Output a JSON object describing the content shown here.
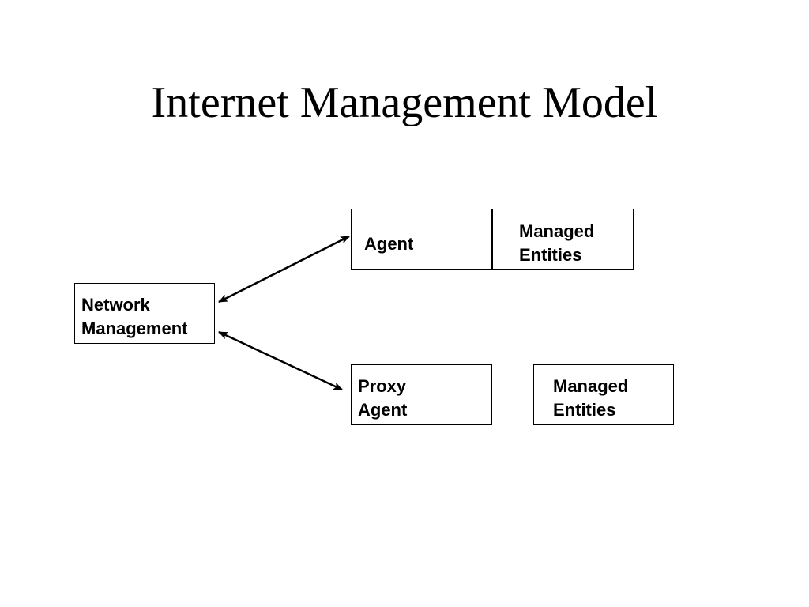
{
  "title": "Internet Management Model",
  "nodes": {
    "network_management": {
      "line1": "Network",
      "line2": "Management"
    },
    "agent": {
      "label": "Agent"
    },
    "agent_managed_entities": {
      "line1": "Managed",
      "line2": "Entities"
    },
    "proxy_agent": {
      "line1": "Proxy",
      "line2": "Agent"
    },
    "proxy_managed_entities": {
      "line1": "Managed",
      "line2": "Entities"
    }
  },
  "colors": {
    "stroke": "#000000",
    "background": "#ffffff",
    "text": "#000000"
  }
}
